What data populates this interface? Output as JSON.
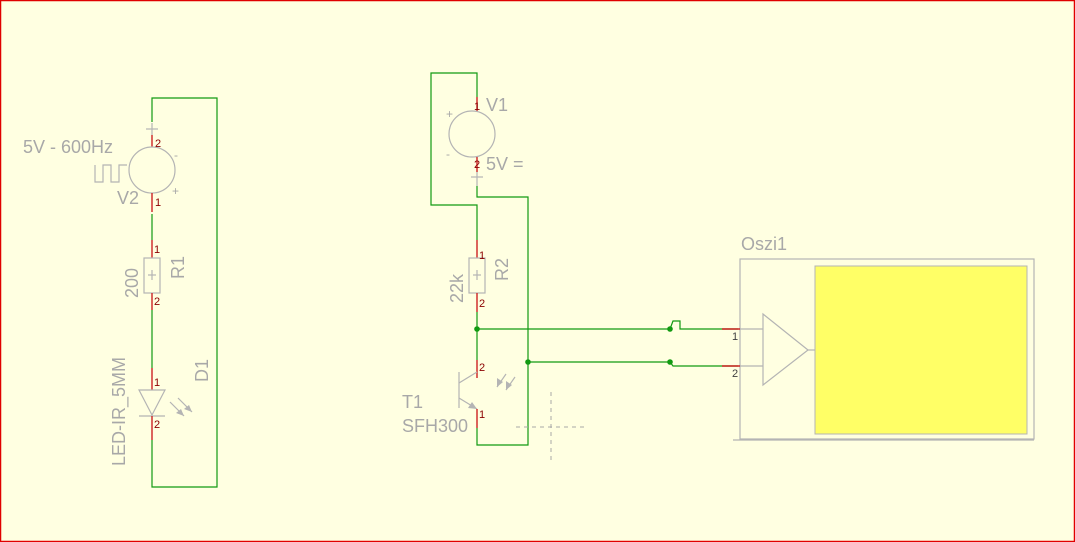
{
  "colors": {
    "background": "#ffffe1",
    "frame": "#e00000",
    "wire": "#129a12",
    "pin_lead": "#cc2222",
    "component": "#b4b4b4",
    "label": "#a8a8a8",
    "scope_screen": "#ffff66"
  },
  "left_circuit": {
    "v2": {
      "name": "V2",
      "value": "5V - 600Hz",
      "pin_top": "2",
      "pin_bottom": "1",
      "sign_plus": "+",
      "sign_minus": "-"
    },
    "r1": {
      "name": "R1",
      "value": "200",
      "pin_top": "1",
      "pin_bottom": "2"
    },
    "d1": {
      "name": "D1",
      "value": "LED-IR_5MM",
      "pin_top": "1",
      "pin_bottom": "2"
    }
  },
  "right_circuit": {
    "v1": {
      "name": "V1",
      "value": "5V =",
      "pin_top": "1",
      "pin_bottom": "2",
      "sign_plus": "+",
      "sign_minus": "-"
    },
    "r2": {
      "name": "R2",
      "value": "22k",
      "pin_top": "1",
      "pin_bottom": "2"
    },
    "t1": {
      "name": "T1",
      "value": "SFH300",
      "pin_top": "2",
      "pin_bottom": "1"
    }
  },
  "oscilloscope": {
    "name": "Oszi1",
    "input_1": "1",
    "input_2": "2"
  }
}
